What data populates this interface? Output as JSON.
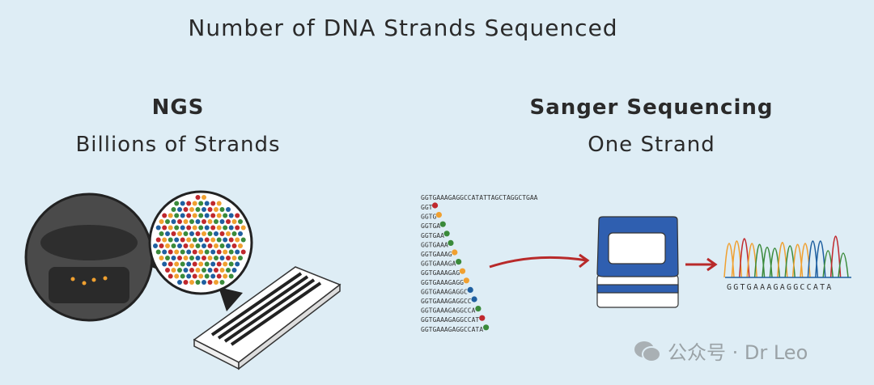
{
  "title": "Number of DNA Strands Sequenced",
  "ngs": {
    "heading": "NGS",
    "subtitle": "Billions of Strands"
  },
  "sanger": {
    "heading": "Sanger Sequencing",
    "subtitle": "One Strand",
    "template": "GGTGAAAGAGGCCATATTAGCTAGGCTGAA",
    "fragments": [
      "GGT",
      "GGTG",
      "GGTGA",
      "GGTGAA",
      "GGTGAAA",
      "GGTGAAAG",
      "GGTGAAAGA",
      "GGTGAAAGAG",
      "GGTGAAAGAGG",
      "GGTGAAAGAGGC",
      "GGTGAAAGAGGCC",
      "GGTGAAAGAGGCCA",
      "GGTGAAAGAGGCCAT",
      "GGTGAAAGAGGCCATA"
    ],
    "read": "GGTGAAAGAGGCCATA"
  },
  "base_colors": {
    "T": "#c0282d",
    "G": "#f0a030",
    "A": "#3a8a3a",
    "C": "#1f5fa0"
  },
  "watermark": "公众号 · Dr Leo"
}
